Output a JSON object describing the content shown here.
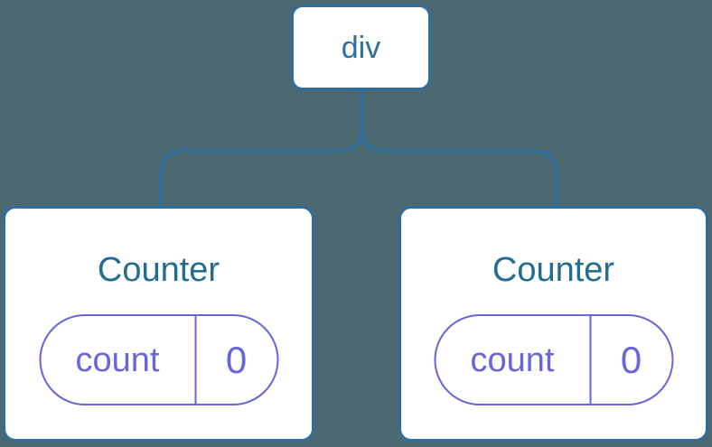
{
  "colors": {
    "background": "#4C6972",
    "blue": "#2F6F9F",
    "title-teal": "#226D90",
    "purple": "#6765DC",
    "node-fill": "#FFFFFF"
  },
  "diagram": {
    "root": {
      "label": "div"
    },
    "children": [
      {
        "title": "Counter",
        "state_key": "count",
        "state_value": "0"
      },
      {
        "title": "Counter",
        "state_key": "count",
        "state_value": "0"
      }
    ]
  }
}
